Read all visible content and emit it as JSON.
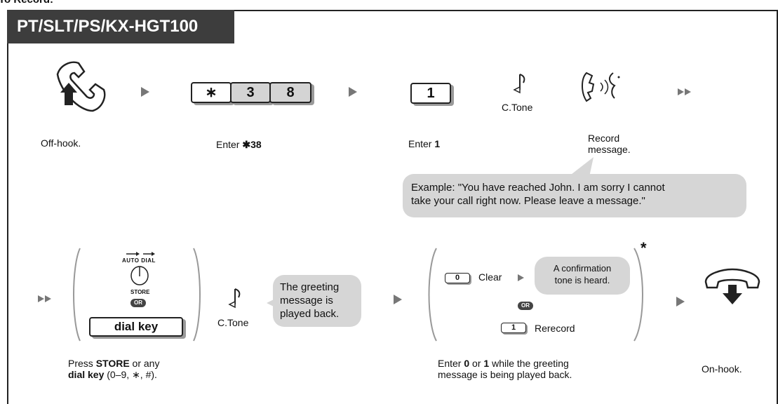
{
  "heading": "To Record:",
  "model": "PT/SLT/PS/KX-HGT100",
  "keys": {
    "star": "∗",
    "three": "3",
    "eight": "8",
    "one": "1",
    "zero": "0",
    "one_small": "1",
    "dial_key": "dial key"
  },
  "labels": {
    "ctone_1": "C.Tone",
    "ctone_2": "C.Tone",
    "autodial": "AUTO DIAL",
    "store": "STORE",
    "or_1": "OR",
    "or_2": "OR",
    "clear": "Clear",
    "rerecord": "Rerecord",
    "asterisk": "*"
  },
  "captions": {
    "offhook": "Off-hook.",
    "enter38_prefix": "Enter ",
    "enter38_bold": "✱38",
    "enter1_prefix": "Enter ",
    "enter1_bold": "1",
    "record_line1": "Record",
    "record_line2": "message.",
    "press_l1_a": "Press ",
    "press_l1_b": "STORE",
    "press_l1_c": " or any",
    "press_l2_a": "dial key",
    "press_l2_b": " (0–9, ∗, #).",
    "enter01_l1_a": "Enter ",
    "enter01_l1_b": "0",
    "enter01_l1_c": " or ",
    "enter01_l1_d": "1",
    "enter01_l1_e": " while the greeting",
    "enter01_l2": "message is being played back.",
    "onhook": "On-hook."
  },
  "bubbles": {
    "example_line1": "Example: \"You have reached John. I am sorry I cannot",
    "example_line2": "take your call right now. Please leave a message.\"",
    "greeting_line1": "The greeting",
    "greeting_line2": "message is",
    "greeting_line3": "played back.",
    "confirm_line1": "A confirmation",
    "confirm_line2": "tone is heard."
  }
}
